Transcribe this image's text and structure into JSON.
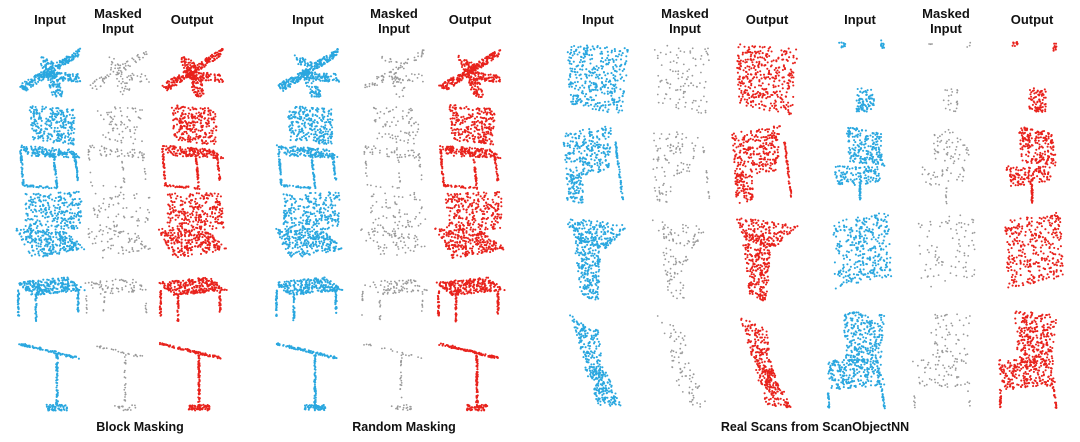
{
  "colors": {
    "input": "#2aa7df",
    "masked": "#9a9a9a",
    "output": "#e8221c"
  },
  "panels": [
    {
      "headers": [
        "Input",
        "Masked\nInput",
        "Output"
      ],
      "caption": "Block Masking"
    },
    {
      "headers": [
        "Input",
        "Masked\nInput",
        "Output"
      ],
      "caption": "Random Masking"
    },
    {
      "headers": [
        "Input",
        "Masked\nInput",
        "Output"
      ],
      "caption": "Real Scans from ScanObjectNN"
    },
    {
      "headers": [
        "Input",
        "Masked\nInput",
        "Output"
      ],
      "caption": ""
    }
  ],
  "rows": [
    {
      "panel": 0,
      "shapes": [
        "plane",
        "chair",
        "sofa",
        "table",
        "lamp"
      ]
    },
    {
      "panel": 1,
      "shapes": [
        "plane",
        "chair",
        "sofa",
        "table",
        "lamp"
      ]
    },
    {
      "panel": 2,
      "shapes": [
        "scan1",
        "scan2",
        "scan3",
        "scan4"
      ]
    },
    {
      "panel": 3,
      "shapes": [
        "scan5",
        "scan6",
        "scan7",
        "scan8"
      ]
    }
  ]
}
